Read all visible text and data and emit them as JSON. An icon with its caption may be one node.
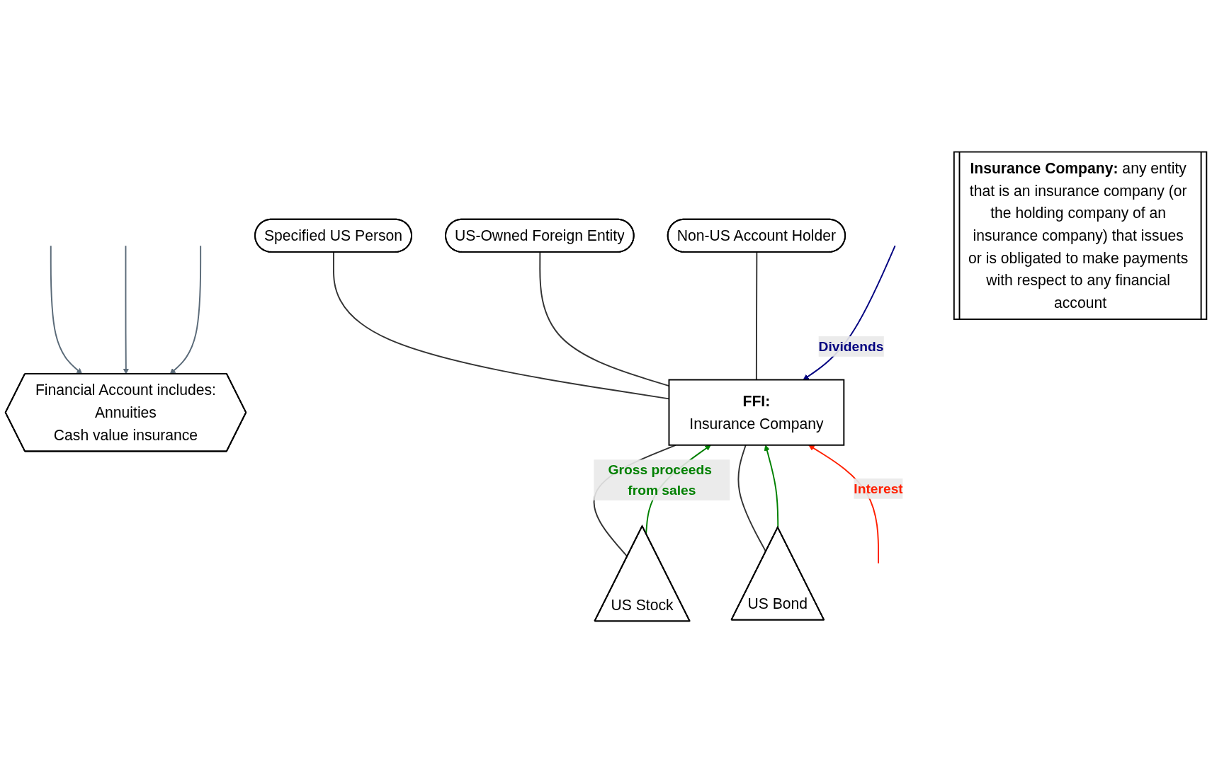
{
  "diagram": {
    "nodes": [
      {
        "text": [
          "Specified US Person"
        ]
      },
      {
        "text": [
          "US-Owned Foreign Entity"
        ]
      },
      {
        "text": [
          "Non-US Account Holder"
        ]
      },
      {
        "text": [
          "Financial Account includes:",
          "Annuities",
          "Cash value insurance"
        ]
      },
      {
        "text": [
          "FFI:",
          "Insurance Company"
        ]
      },
      {
        "text": [
          "Insurance Company:",
          "any entity that is an insurance company (or the holding company of an insurance company) that issues or is obligated to make payments with respect to any financial account"
        ]
      },
      {
        "text": [
          "US Stock"
        ]
      },
      {
        "text": [
          "US Bond"
        ]
      }
    ],
    "edges": [
      {
        "from": 0,
        "to": 4,
        "arrow": "none"
      },
      {
        "from": 1,
        "to": 4,
        "arrow": "none"
      },
      {
        "from": 2,
        "to": 4,
        "arrow": "none"
      },
      {
        "from": null,
        "to": 3,
        "arrow": "to",
        "color": "#5a6a78"
      },
      {
        "from": null,
        "to": 3,
        "arrow": "to",
        "color": "#5a6a78"
      },
      {
        "from": null,
        "to": 3,
        "arrow": "to",
        "color": "#5a6a78"
      },
      {
        "from": 4,
        "to": 6,
        "arrow": "none"
      },
      {
        "from": 4,
        "to": 7,
        "arrow": "none"
      },
      {
        "from": null,
        "to": 4,
        "arrow": "to",
        "label": "Dividends",
        "color": "#000080"
      },
      {
        "from": 6,
        "to": 4,
        "arrow": "to",
        "label": "Gross proceeds from sales",
        "color": "#008000"
      },
      {
        "from": 7,
        "to": 4,
        "arrow": "to",
        "color": "#008000"
      },
      {
        "from": null,
        "to": 4,
        "arrow": "to",
        "label": "Interest",
        "color": "#ff2000"
      }
    ]
  }
}
